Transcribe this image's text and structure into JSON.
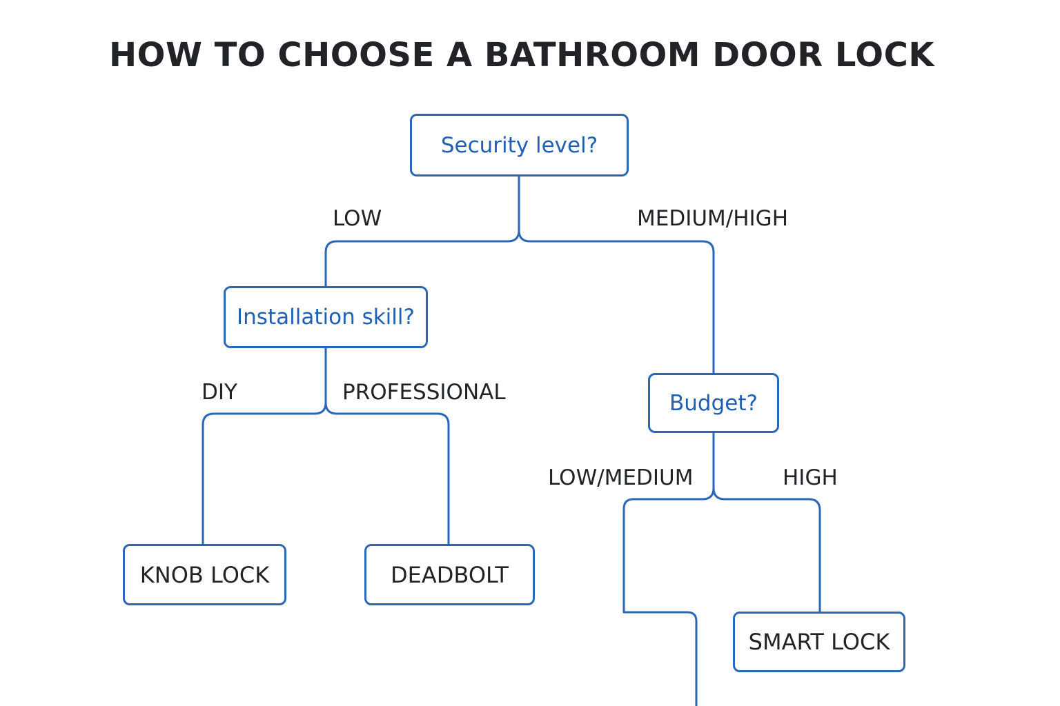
{
  "title": "HOW TO CHOOSE A BATHROOM DOOR LOCK",
  "colors": {
    "accent": "#2a67b8",
    "question_text": "#1f5fb4",
    "text": "#222327",
    "background": "#ffffff"
  },
  "nodes": {
    "security": "Security level?",
    "installation": "Installation skill?",
    "budget": "Budget?",
    "knob_lock": "KNOB LOCK",
    "deadbolt": "DEADBOLT",
    "smart_lock": "SMART LOCK"
  },
  "edges": {
    "low": "LOW",
    "medium_high": "MEDIUM/HIGH",
    "diy": "DIY",
    "professional": "PROFESSIONAL",
    "low_medium": "LOW/MEDIUM",
    "high": "HIGH"
  }
}
